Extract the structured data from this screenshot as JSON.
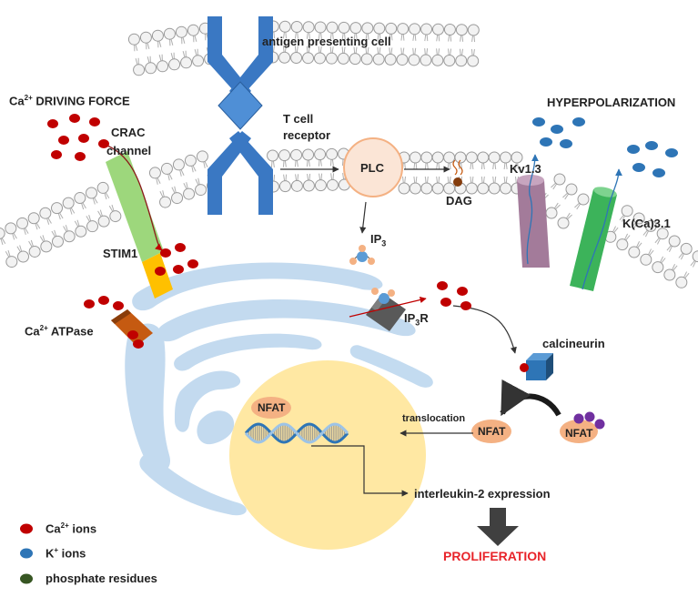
{
  "labels": {
    "antigen_presenting_cell": "antigen presenting cell",
    "t_cell_receptor_line1": "T cell",
    "t_cell_receptor_line2": "receptor",
    "ca_driving_force_prefix": "Ca",
    "ca_driving_force_sup": "2+",
    "ca_driving_force_suffix": " DRIVING FORCE",
    "crac_line1": "CRAC",
    "crac_line2": "channel",
    "plc": "PLC",
    "dag": "DAG",
    "hyperpolarization": "HYPERPOLARIZATION",
    "kv13": "Kv1.3",
    "kca31": "K(Ca)3.1",
    "stim1": "STIM1",
    "ip3_main": "IP",
    "ip3_sub": "3",
    "ip3r_main": "IP",
    "ip3r_sub": "3",
    "ip3r_suffix": "R",
    "ca_atpase_prefix": "Ca",
    "ca_atpase_sup": "2+",
    "ca_atpase_suffix": " ATPase",
    "calcineurin": "calcineurin",
    "nfat_nucleus": "NFAT",
    "nfat_active": "NFAT",
    "nfat_phospho": "NFAT",
    "translocation": "translocation",
    "il2_expression": "interleukin-2 expression",
    "proliferation": "PROLIFERATION"
  },
  "legend": [
    {
      "prefix": "Ca",
      "sup": "2+",
      "suffix": " ions",
      "color": "#c00000"
    },
    {
      "prefix": "K",
      "sup": "+",
      "suffix": " ions",
      "color": "#2e75b6"
    },
    {
      "prefix": "phosphate residues",
      "sup": "",
      "suffix": "",
      "color": "#375623"
    }
  ],
  "colors": {
    "calcium": "#c00000",
    "potassium": "#2e75b6",
    "phosphate": "#375623",
    "nfat_phospho_dots": "#7030a0",
    "membrane_head": "#f2f2f2",
    "er": "#bdd7ee",
    "nucleus": "#ffe699",
    "tcr": "#3a78c3",
    "plc": "#fbe5d6",
    "crac": "#92d36e",
    "stim1": "#ffc000",
    "kv13": "#a37b9a",
    "kca31": "#3cb35a",
    "proliferation": "#e8242a"
  },
  "icons": [
    "tcr-receptor-icon",
    "plc-enzyme-icon",
    "dag-icon",
    "ip3-icon",
    "ip3r-icon",
    "calcineurin-cube-icon",
    "dna-helix-icon",
    "down-arrow-icon",
    "circular-arrow-icon"
  ]
}
